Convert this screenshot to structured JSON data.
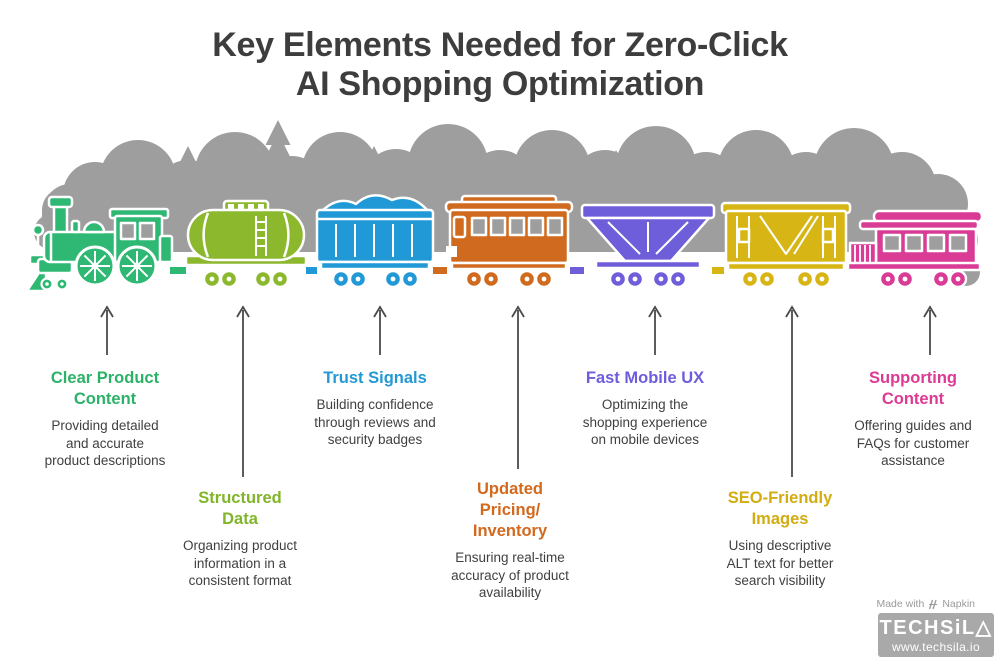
{
  "title": "Key Elements Needed for Zero-Click\nAI Shopping Optimization",
  "items": [
    {
      "title": "Clear Product\nContent",
      "description": "Providing detailed\nand accurate\nproduct descriptions",
      "color": "#2bb269",
      "car_icon": "steam-locomotive-icon"
    },
    {
      "title": "Structured\nData",
      "description": "Organizing product\ninformation in a\nconsistent format",
      "color": "#80b52a",
      "car_icon": "tank-car-icon"
    },
    {
      "title": "Trust Signals",
      "description": "Building confidence\nthrough reviews and\nsecurity badges",
      "color": "#2299d5",
      "car_icon": "gondola-car-icon"
    },
    {
      "title": "Updated\nPricing/\nInventory",
      "description": "Ensuring real-time\naccuracy of product\navailability",
      "color": "#d2691e",
      "car_icon": "passenger-car-icon"
    },
    {
      "title": "Fast Mobile UX",
      "description": "Optimizing the\nshopping experience\non mobile devices",
      "color": "#6d5cdc",
      "car_icon": "hopper-car-icon"
    },
    {
      "title": "SEO-Friendly\nImages",
      "description": "Using descriptive\nALT text for better\nsearch visibility",
      "color": "#d2ac10",
      "car_icon": "boxcar-icon"
    },
    {
      "title": "Supporting\nContent",
      "description": "Offering guides and\nFAQs for customer\nassistance",
      "color": "#dc3a93",
      "car_icon": "caboose-icon"
    }
  ],
  "palette": {
    "treeline": "#9e9e9e",
    "title_text": "#3d3d3d",
    "body_text": "#404040",
    "arrow": "#4a4a4a",
    "brand_box": "#a9a9a9"
  },
  "footer": {
    "made_with_label": "Made with",
    "napkin_label": "Napkin",
    "brand_name": "TECHSiL△",
    "brand_url": "www.techsila.io"
  }
}
